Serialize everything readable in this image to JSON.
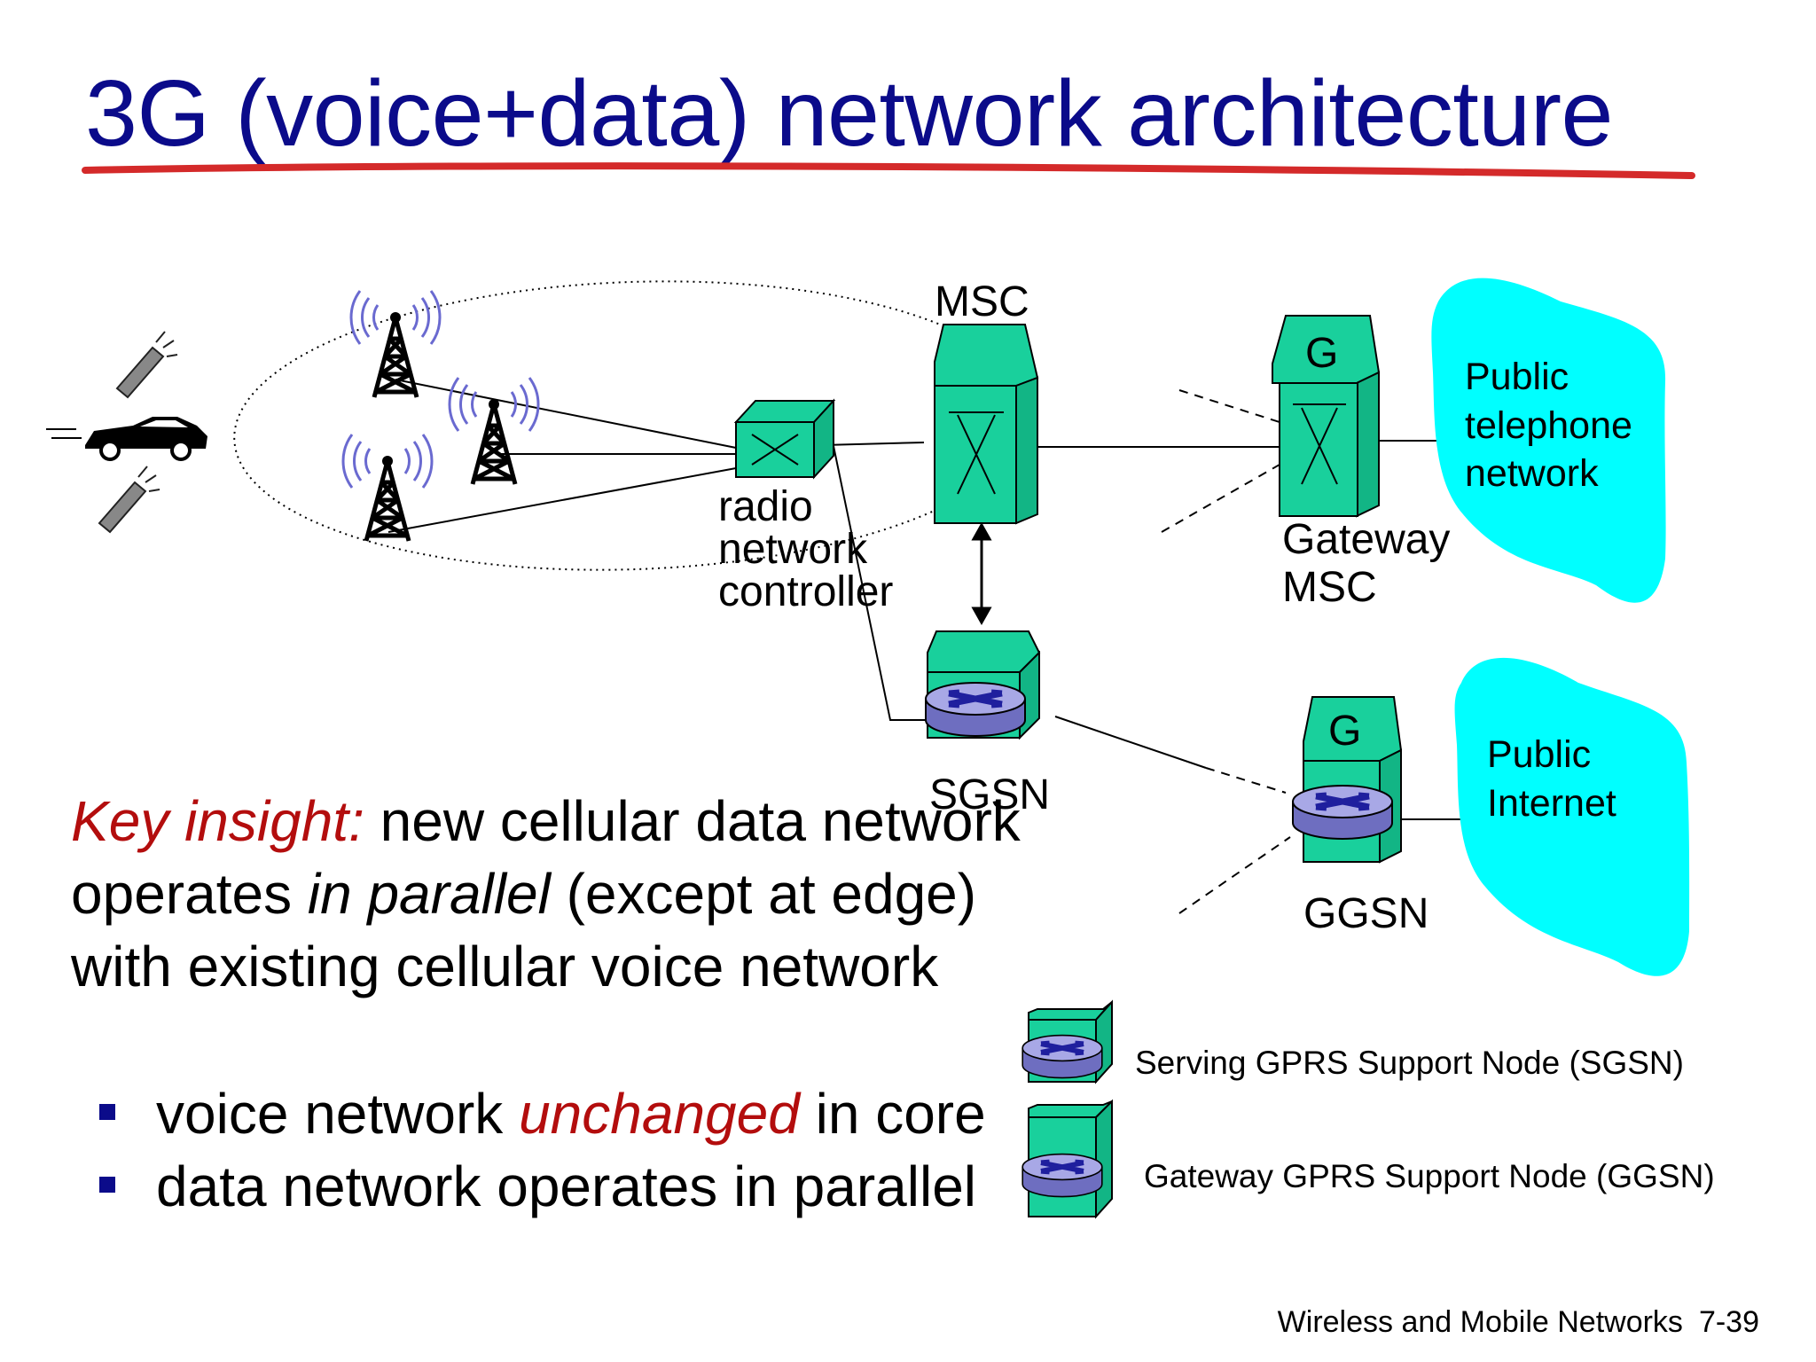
{
  "title": "3G (voice+data) network architecture",
  "labels": {
    "msc": "MSC",
    "gateway_g": "G",
    "gateway_msc": [
      "Gateway",
      "MSC"
    ],
    "rnc": [
      "radio",
      "network",
      "controller"
    ],
    "sgsn": "SGSN",
    "ggsn_g": "G",
    "ggsn": "GGSN"
  },
  "clouds": {
    "telephone": [
      "Public",
      "telephone",
      "network"
    ],
    "internet": [
      "Public",
      "Internet"
    ]
  },
  "key_insight": {
    "prefix": "Key insight:",
    "part1": " new cellular data network operates ",
    "emphasis": "in parallel",
    "part2": " (except at edge) with existing cellular voice network"
  },
  "bullets": [
    {
      "before": "voice network ",
      "emphasis": "unchanged",
      "after": " in core"
    },
    {
      "before": "data network operates in parallel",
      "emphasis": "",
      "after": ""
    }
  ],
  "legend": {
    "sgsn": "Serving GPRS Support Node (SGSN)",
    "ggsn": "Gateway GPRS Support Node (GGSN)"
  },
  "footer": {
    "chapter": "Wireless and Mobile Networks",
    "page": "7-39"
  },
  "colors": {
    "title": "#0b0b8a",
    "underline": "#d42a2a",
    "node_fill": "#19d09c",
    "cloud_fill": "#00ffff",
    "router_fill": "#a8a8e6",
    "accent_text": "#b30d0d"
  },
  "icons": [
    "cell-tower-icon",
    "cell-phone-icon",
    "car-icon",
    "switch-icon",
    "router-icon"
  ]
}
